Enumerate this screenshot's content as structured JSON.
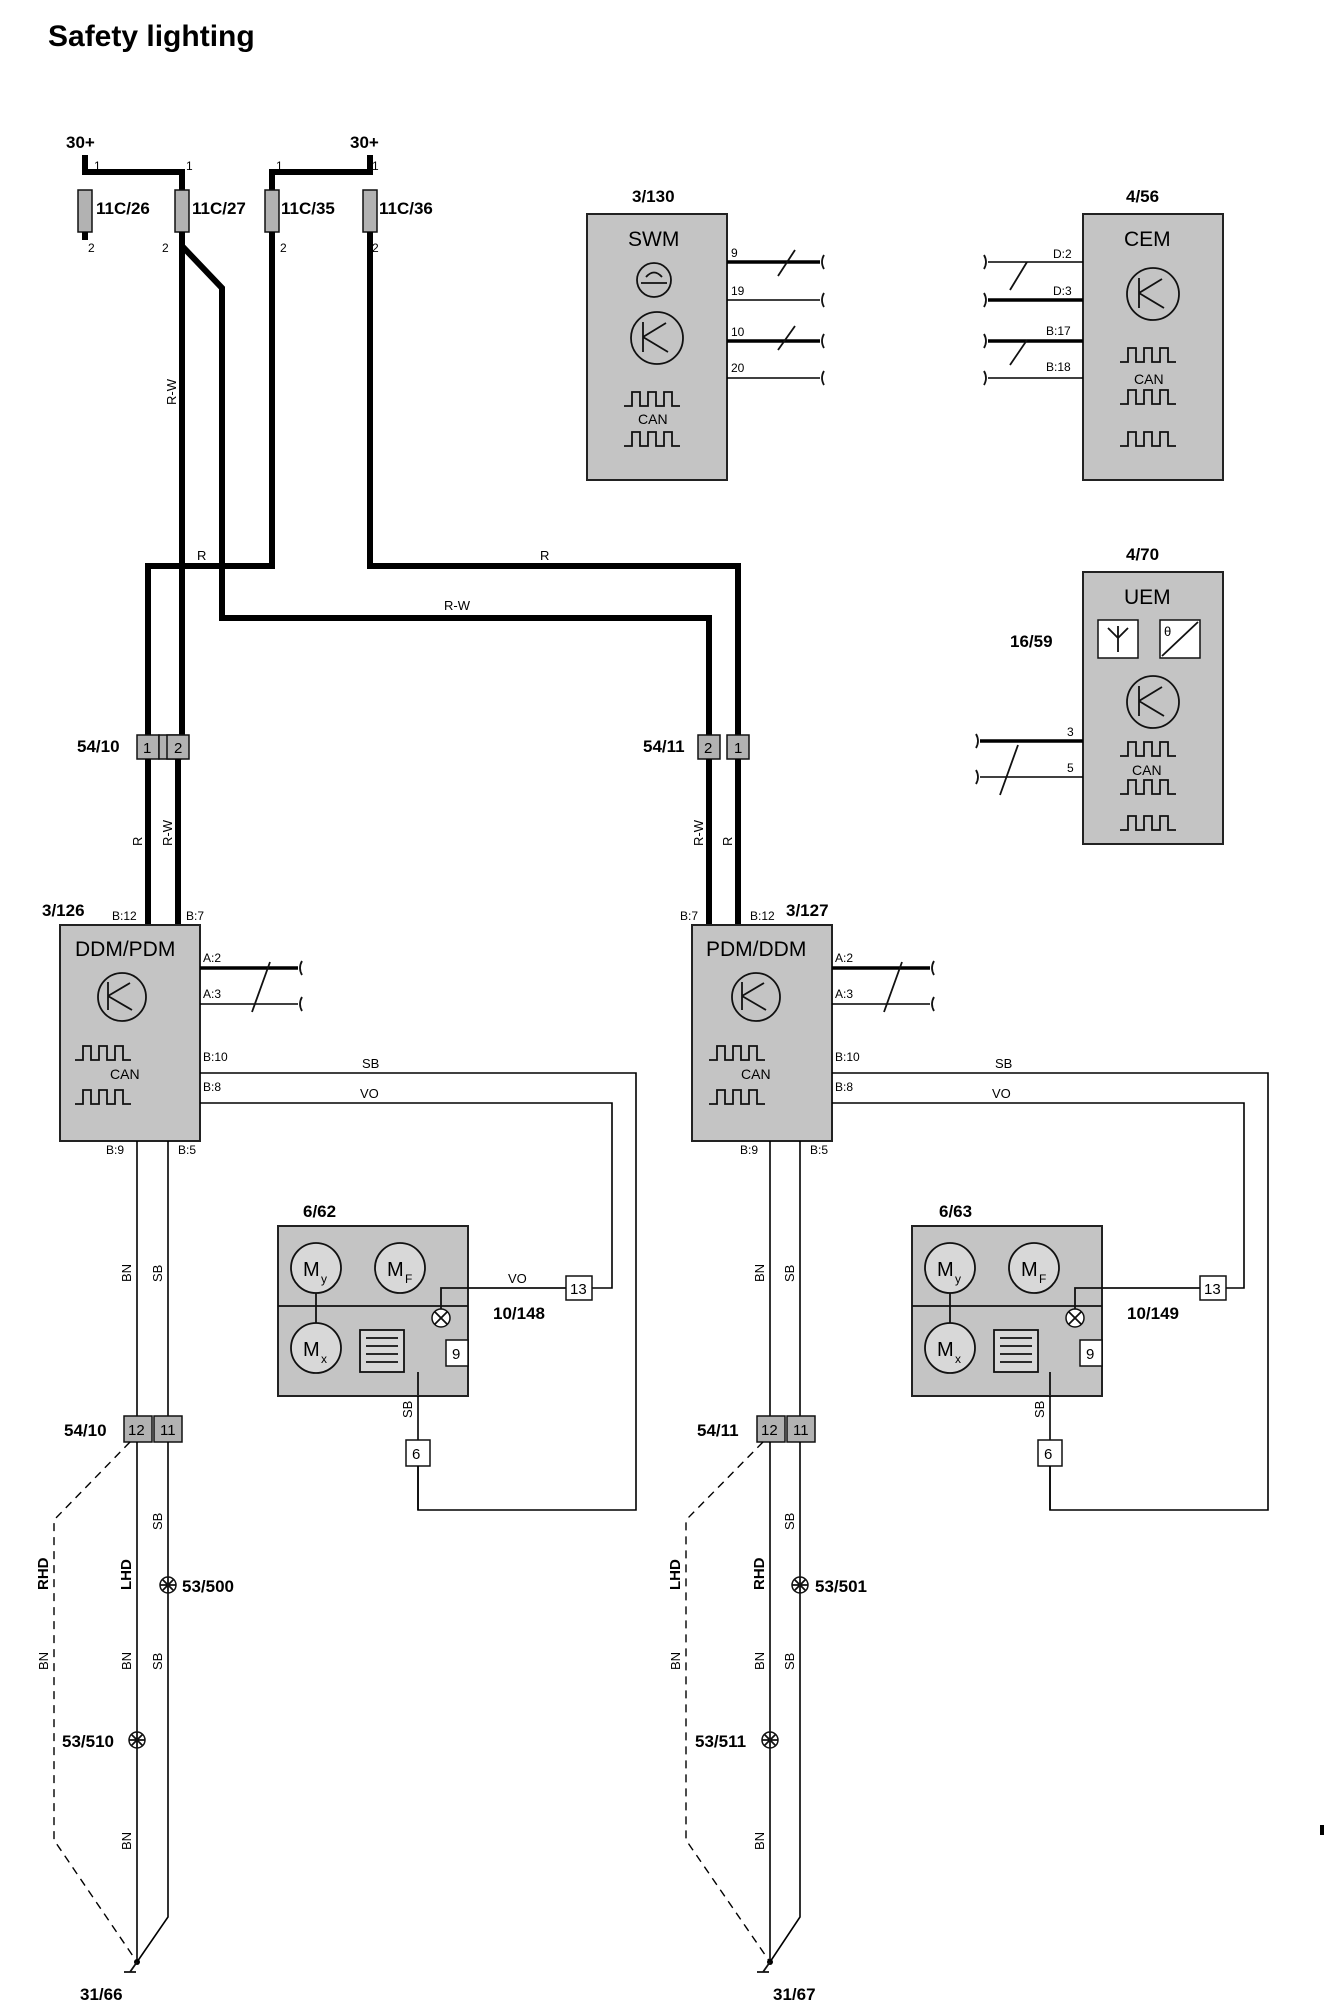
{
  "title": "Safety lighting",
  "supply": {
    "left": "30+",
    "right": "30+",
    "fuses": [
      {
        "id": "11C/26",
        "top_pin": "1",
        "bottom_pin": "2"
      },
      {
        "id": "11C/27",
        "top_pin": "1",
        "bottom_pin": "2"
      },
      {
        "id": "11C/35",
        "top_pin": "1",
        "bottom_pin": "2"
      },
      {
        "id": "11C/36",
        "top_pin": "1",
        "bottom_pin": "2"
      }
    ]
  },
  "modules": {
    "swm": {
      "id": "3/130",
      "name": "SWM",
      "pins": [
        "9",
        "19",
        "10",
        "20"
      ],
      "bus_label": "CAN"
    },
    "cem": {
      "id": "4/56",
      "name": "CEM",
      "pins": [
        "D:2",
        "D:3",
        "B:17",
        "B:18"
      ],
      "bus_label": "CAN"
    },
    "uem": {
      "id": "4/70",
      "name": "UEM",
      "antenna_id": "16/59",
      "pins": [
        "3",
        "5"
      ],
      "bus_label": "CAN"
    },
    "left_door": {
      "id": "3/126",
      "name": "DDM/PDM",
      "pins_top": [
        "B:12",
        "B:7"
      ],
      "pins_right": [
        "A:2",
        "A:3",
        "B:10",
        "B:8"
      ],
      "pins_bottom": [
        "B:9",
        "B:5"
      ],
      "bus_label": "CAN"
    },
    "right_door": {
      "id": "3/127",
      "name": "PDM/DDM",
      "pins_top": [
        "B:7",
        "B:12"
      ],
      "pins_right": [
        "A:2",
        "A:3",
        "B:10",
        "B:8"
      ],
      "pins_bottom": [
        "B:9",
        "B:5"
      ],
      "bus_label": "CAN"
    },
    "left_mirror": {
      "id": "6/62",
      "lamp_id": "10/148",
      "motor_y": "M",
      "motor_y_sub": "y",
      "motor_f": "M",
      "motor_f_sub": "F",
      "motor_x": "M",
      "motor_x_sub": "x",
      "pin_lamp": "13",
      "pin_ground": "6",
      "pin_heater": "9"
    },
    "right_mirror": {
      "id": "6/63",
      "lamp_id": "10/149",
      "motor_y": "M",
      "motor_y_sub": "y",
      "motor_f": "M",
      "motor_f_sub": "F",
      "motor_x": "M",
      "motor_x_sub": "x",
      "pin_lamp": "13",
      "pin_ground": "6",
      "pin_heater": "9"
    }
  },
  "connectors": {
    "left_upper": {
      "id": "54/10",
      "pins": [
        "1",
        "2"
      ]
    },
    "right_upper": {
      "id": "54/11",
      "pins": [
        "2",
        "1"
      ]
    },
    "left_lower": {
      "id": "54/10",
      "pins": [
        "12",
        "11"
      ]
    },
    "right_lower": {
      "id": "54/11",
      "pins": [
        "12",
        "11"
      ]
    }
  },
  "wire_colors": {
    "rw": "R-W",
    "r": "R",
    "sb": "SB",
    "vo": "VO",
    "bn": "BN"
  },
  "drive_labels": {
    "rhd": "RHD",
    "lhd": "LHD"
  },
  "splices": {
    "s500": "53/500",
    "s501": "53/501",
    "s510": "53/510",
    "s511": "53/511"
  },
  "grounds": {
    "left": "31/66",
    "right": "31/67"
  }
}
